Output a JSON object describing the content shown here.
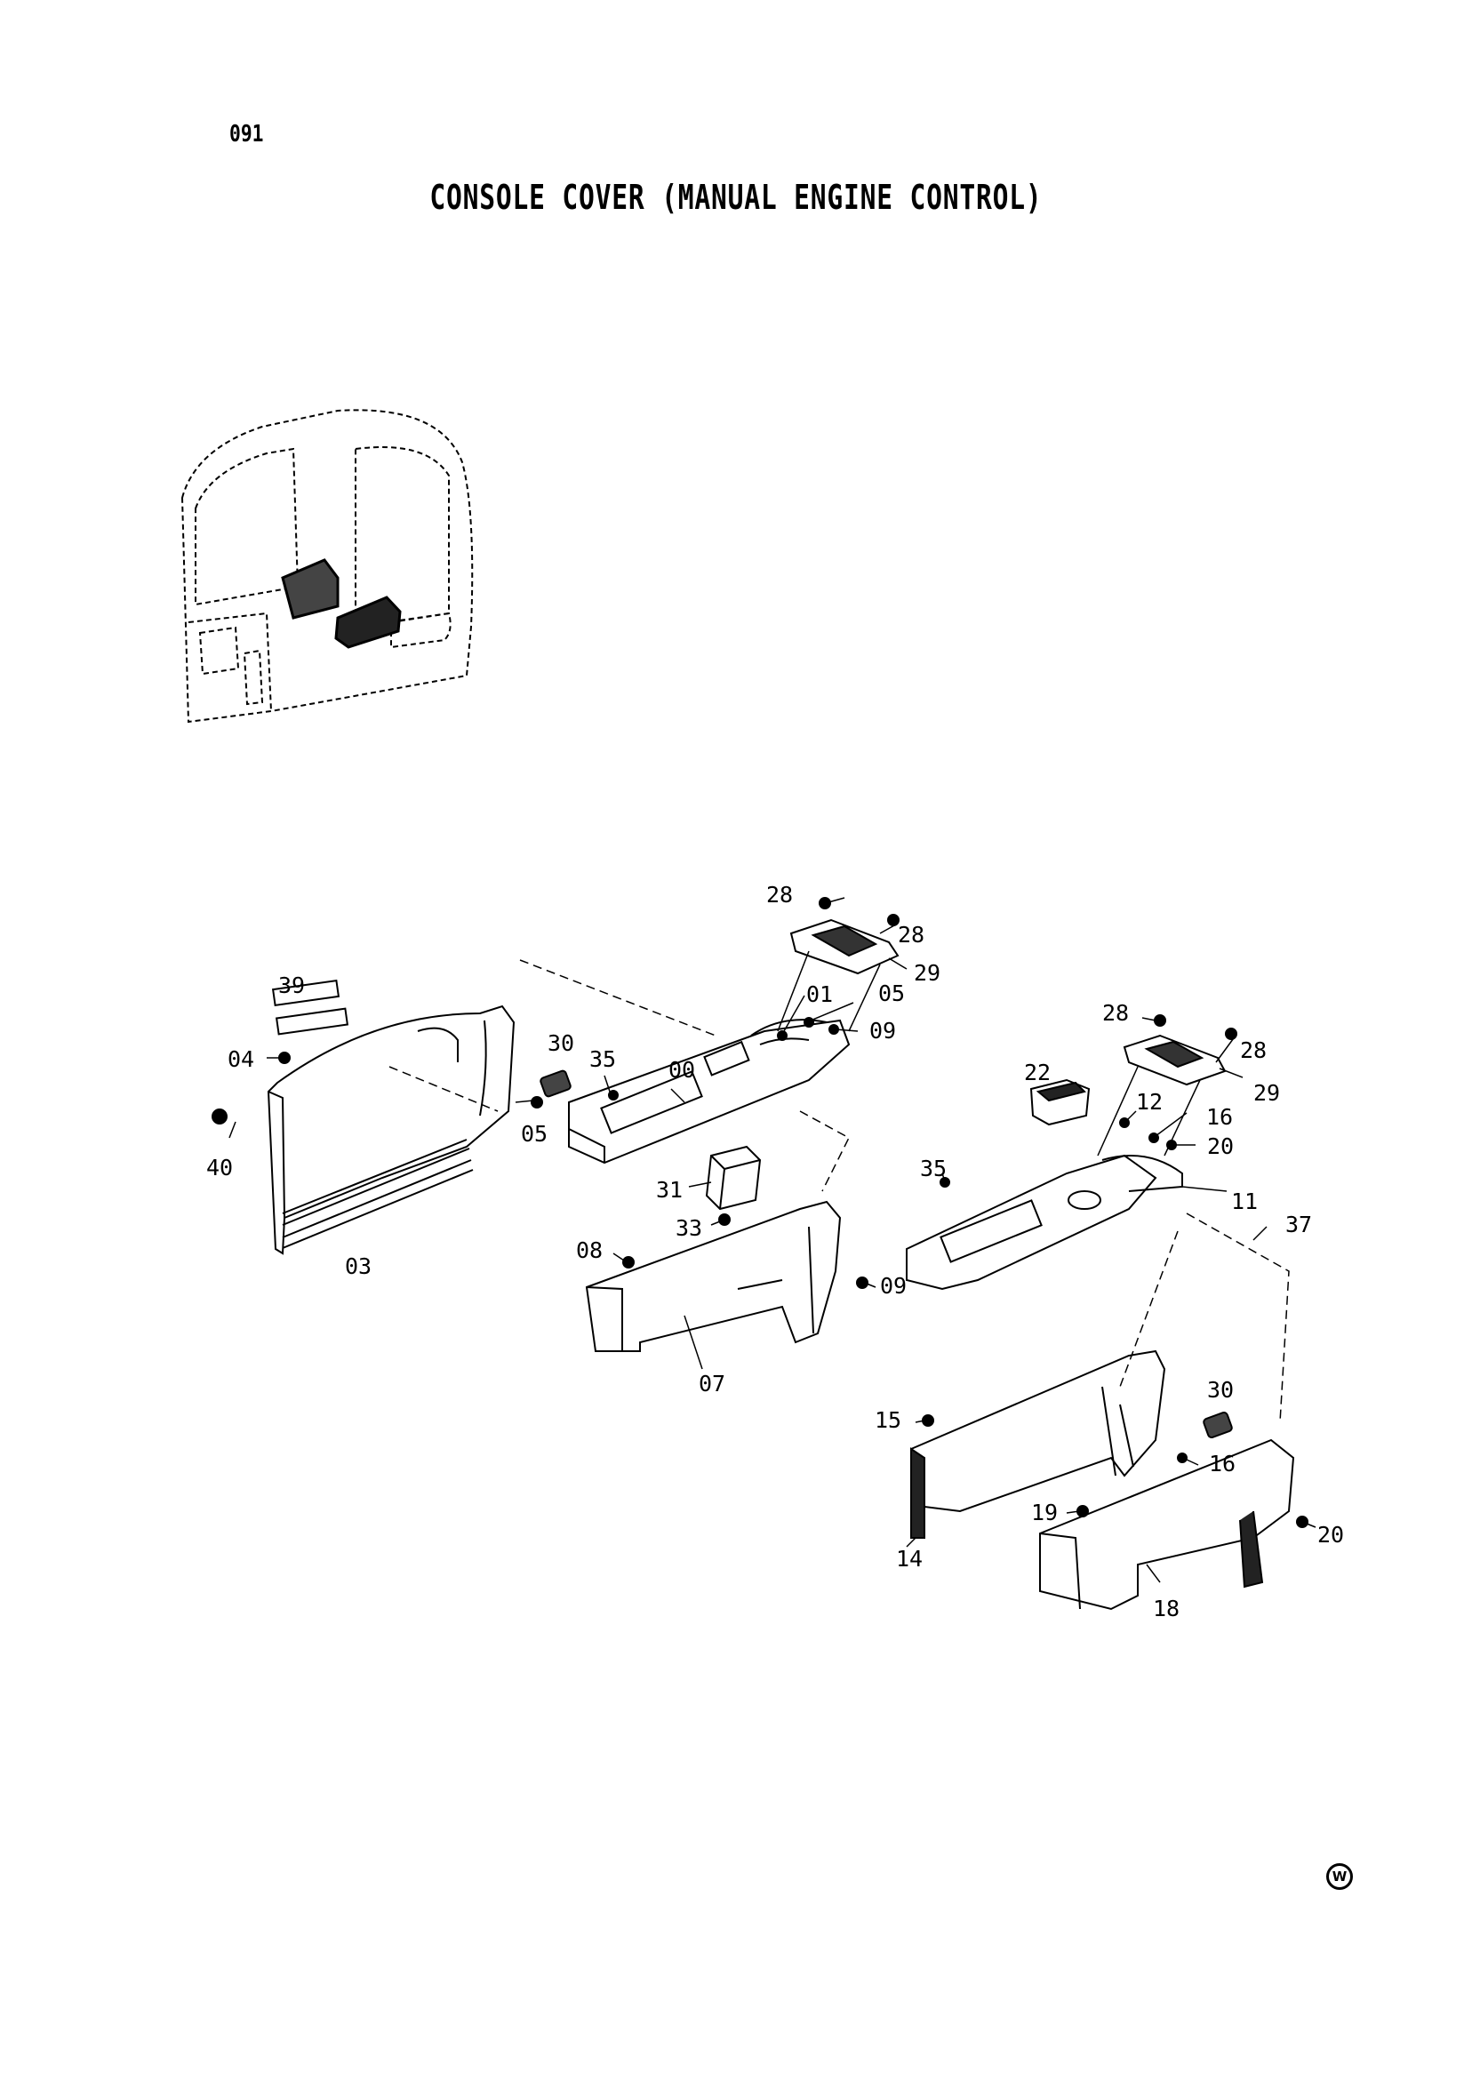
{
  "page": {
    "number": "091",
    "title": "CONSOLE COVER (MANUAL ENGINE CONTROL)",
    "mark": "W"
  },
  "callouts": {
    "c00": "00",
    "c01": "01",
    "c03": "03",
    "c04": "04",
    "c05a": "05",
    "c05b": "05",
    "c07": "07",
    "c08": "08",
    "c09a": "09",
    "c09b": "09",
    "c11": "11",
    "c12": "12",
    "c14": "14",
    "c15": "15",
    "c16a": "16",
    "c16b": "16",
    "c18": "18",
    "c19": "19",
    "c20a": "20",
    "c20b": "20",
    "c22": "22",
    "c28a": "28",
    "c28b": "28",
    "c28c": "28",
    "c28d": "28",
    "c29a": "29",
    "c29b": "29",
    "c30a": "30",
    "c30b": "30",
    "c31": "31",
    "c33": "33",
    "c35a": "35",
    "c35b": "35",
    "c37": "37",
    "c39": "39",
    "c40": "40"
  }
}
